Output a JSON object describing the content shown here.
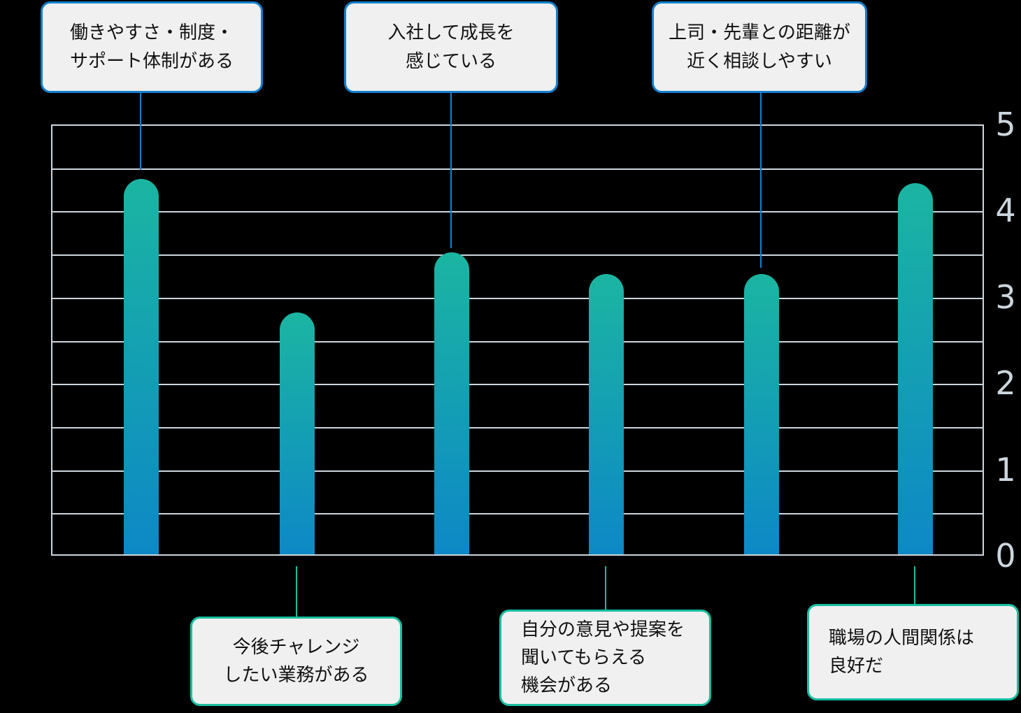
{
  "chart_data": {
    "type": "bar",
    "title": "",
    "xlabel": "",
    "ylabel": "",
    "ylim": [
      0,
      5
    ],
    "y_ticks": [
      "0",
      "1",
      "2",
      "3",
      "4",
      "5"
    ],
    "grid": true,
    "grid_interval": 0.5,
    "legend": "none",
    "bar_color_top": "#1bb5a2",
    "bar_color_bottom": "#0d88c6",
    "categories": [
      "働きやすさ・制度・サポート体制がある",
      "今後チャレンジしたい業務がある",
      "入社して成長を感じている",
      "自分の意見や提案を聞いてもらえる機会がある",
      "上司・先輩との距離が近く相談しやすい",
      "職場の人間関係は良好だ"
    ],
    "values": [
      4.35,
      2.8,
      3.5,
      3.25,
      3.25,
      4.3
    ]
  },
  "callouts": {
    "top": [
      {
        "name": "callout-work-environment",
        "text": "働きやすさ・制度・\nサポート体制がある",
        "border_color": "#1380ce"
      },
      {
        "name": "callout-growth",
        "text": "入社して成長を\n感じている",
        "border_color": "#1380ce"
      },
      {
        "name": "callout-supervisor-distance",
        "text": "上司・先輩との距離が\n近く相談しやすい",
        "border_color": "#1380ce"
      }
    ],
    "bottom": [
      {
        "name": "callout-future-challenge",
        "text": "今後チャレンジ\nしたい業務がある",
        "border_color": "#18bfa0"
      },
      {
        "name": "callout-opinions-heard",
        "text": "自分の意見や提案を\n聞いてもらえる\n機会がある",
        "border_color": "#18bfa0"
      },
      {
        "name": "callout-relationships",
        "text": "職場の人間関係は\n良好だ",
        "border_color": "#18bfa0"
      }
    ]
  }
}
